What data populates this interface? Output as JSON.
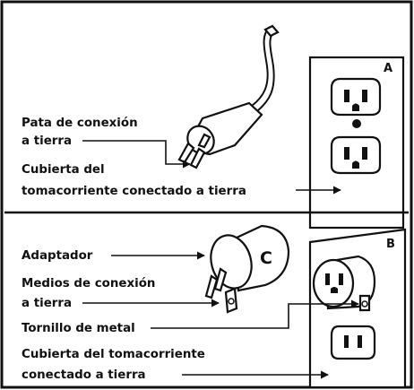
{
  "labels": {
    "grounding_pin": [
      "Pata de conexión",
      "a tierra"
    ],
    "grounded_outlet_cover_a": [
      "Cubierta del",
      "tomacorriente conectado a tierra"
    ],
    "adapter": "Adaptador",
    "grounding_means": [
      "Medios de conexión",
      "a tierra"
    ],
    "metal_screw": "Tornillo de metal",
    "grounded_outlet_cover_b": [
      "Cubierta del tomacorriente",
      "conectado a tierra"
    ]
  },
  "markers": {
    "outlet_a": "A",
    "outlet_b": "B",
    "adapter": "C"
  }
}
